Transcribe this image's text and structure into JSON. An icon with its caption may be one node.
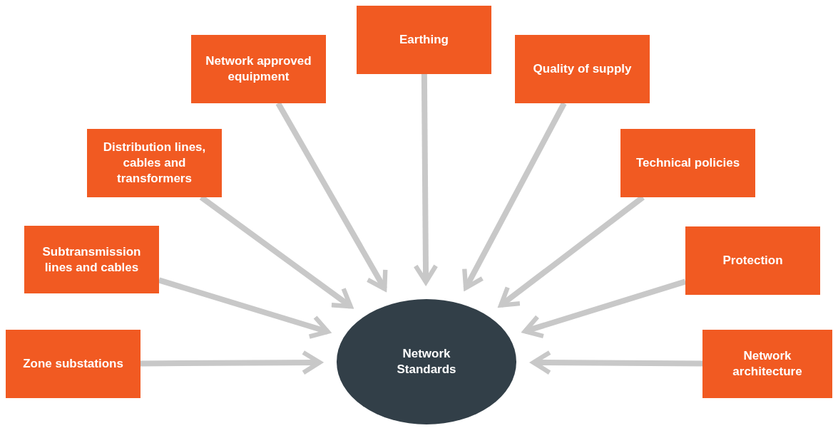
{
  "diagram": {
    "nodes": [
      {
        "text": [
          "Network Standards"
        ]
      },
      {
        "text": [
          "Zone substations"
        ]
      },
      {
        "text": [
          "Subtransmission lines and cables"
        ]
      },
      {
        "text": [
          "Distribution lines, cables and transformers"
        ]
      },
      {
        "text": [
          "Network approved equipment"
        ]
      },
      {
        "text": [
          "Earthing"
        ]
      },
      {
        "text": [
          "Quality of supply"
        ]
      },
      {
        "text": [
          "Technical policies"
        ]
      },
      {
        "text": [
          "Protection"
        ]
      },
      {
        "text": [
          "Network architecture"
        ]
      }
    ],
    "edges": [
      {
        "from": 1,
        "to": 0,
        "arrow": "to"
      },
      {
        "from": 2,
        "to": 0,
        "arrow": "to"
      },
      {
        "from": 3,
        "to": 0,
        "arrow": "to"
      },
      {
        "from": 4,
        "to": 0,
        "arrow": "to"
      },
      {
        "from": 5,
        "to": 0,
        "arrow": "to"
      },
      {
        "from": 6,
        "to": 0,
        "arrow": "to"
      },
      {
        "from": 7,
        "to": 0,
        "arrow": "to"
      },
      {
        "from": 8,
        "to": 0,
        "arrow": "to"
      },
      {
        "from": 9,
        "to": 0,
        "arrow": "to"
      }
    ]
  }
}
